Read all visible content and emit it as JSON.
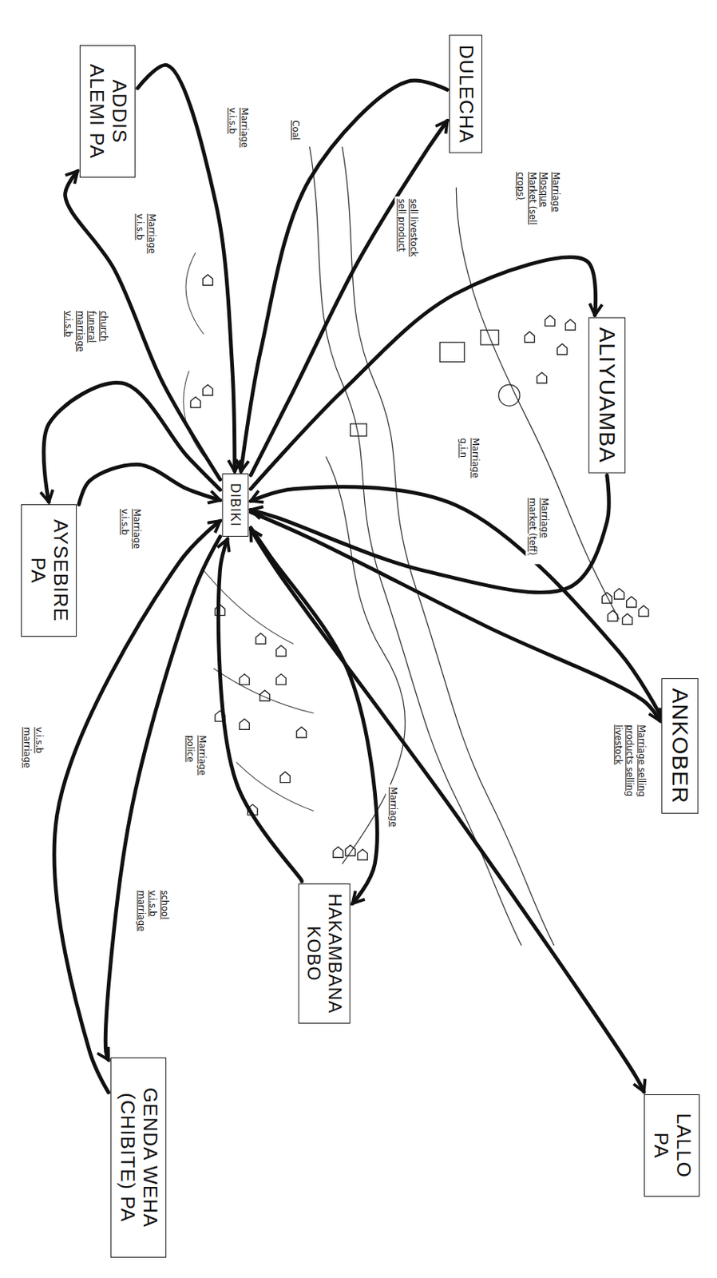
{
  "diagram": {
    "nodes": [
      {
        "text": [
          "ADDIS ALEMI PA"
        ]
      },
      {
        "text": [
          "DULECHA"
        ]
      },
      {
        "text": [
          "ALIYUAMBA"
        ]
      },
      {
        "text": [
          "AYSEBIRE PA"
        ]
      },
      {
        "text": [
          "DIBIKI"
        ]
      },
      {
        "text": [
          "ANKOBER"
        ]
      },
      {
        "text": [
          "HAKAMBANA KOBO"
        ]
      },
      {
        "text": [
          "GENDA WEHA (CHIBITE) PA"
        ]
      },
      {
        "text": [
          "LALLO PA"
        ]
      }
    ],
    "edges": [
      {
        "from": 0,
        "to": 4,
        "label": "Marriage v.i.s.b",
        "arrow": "to"
      },
      {
        "from": 4,
        "to": 0,
        "label": "Marriage v.i.s.b",
        "arrow": "to"
      },
      {
        "from": 1,
        "to": 4,
        "label": "Coal",
        "arrow": "to"
      },
      {
        "from": 4,
        "to": 1,
        "label": "sell livestock sell product",
        "arrow": "to"
      },
      {
        "from": 4,
        "to": 2,
        "label": "Marriage Mosque Market (sell crops)",
        "arrow": "to"
      },
      {
        "from": 2,
        "to": 4,
        "label": "Marriage market (teff)",
        "arrow": "to"
      },
      {
        "from": 4,
        "to": 3,
        "label": "church funeral marriage v.i.s.b",
        "arrow": "to"
      },
      {
        "from": 3,
        "to": 4,
        "label": "Marriage v.i.s.b",
        "arrow": "to"
      },
      {
        "from": 4,
        "to": 5,
        "label": "Marriage selling products selling livestock",
        "arrow": "to"
      },
      {
        "from": 5,
        "to": 4,
        "label": "Marriage g.i.n",
        "arrow": "to"
      },
      {
        "from": 4,
        "to": 6,
        "label": "Marriage",
        "arrow": "to"
      },
      {
        "from": 6,
        "to": 4,
        "label": "Marriage police",
        "arrow": "to"
      },
      {
        "from": 4,
        "to": 7,
        "label": "school v.i.s.b marriage",
        "arrow": "to"
      },
      {
        "from": 7,
        "to": 4,
        "label": "v.i.s.b marriage",
        "arrow": "to"
      },
      {
        "from": 4,
        "to": 8,
        "arrow": "both"
      }
    ]
  }
}
